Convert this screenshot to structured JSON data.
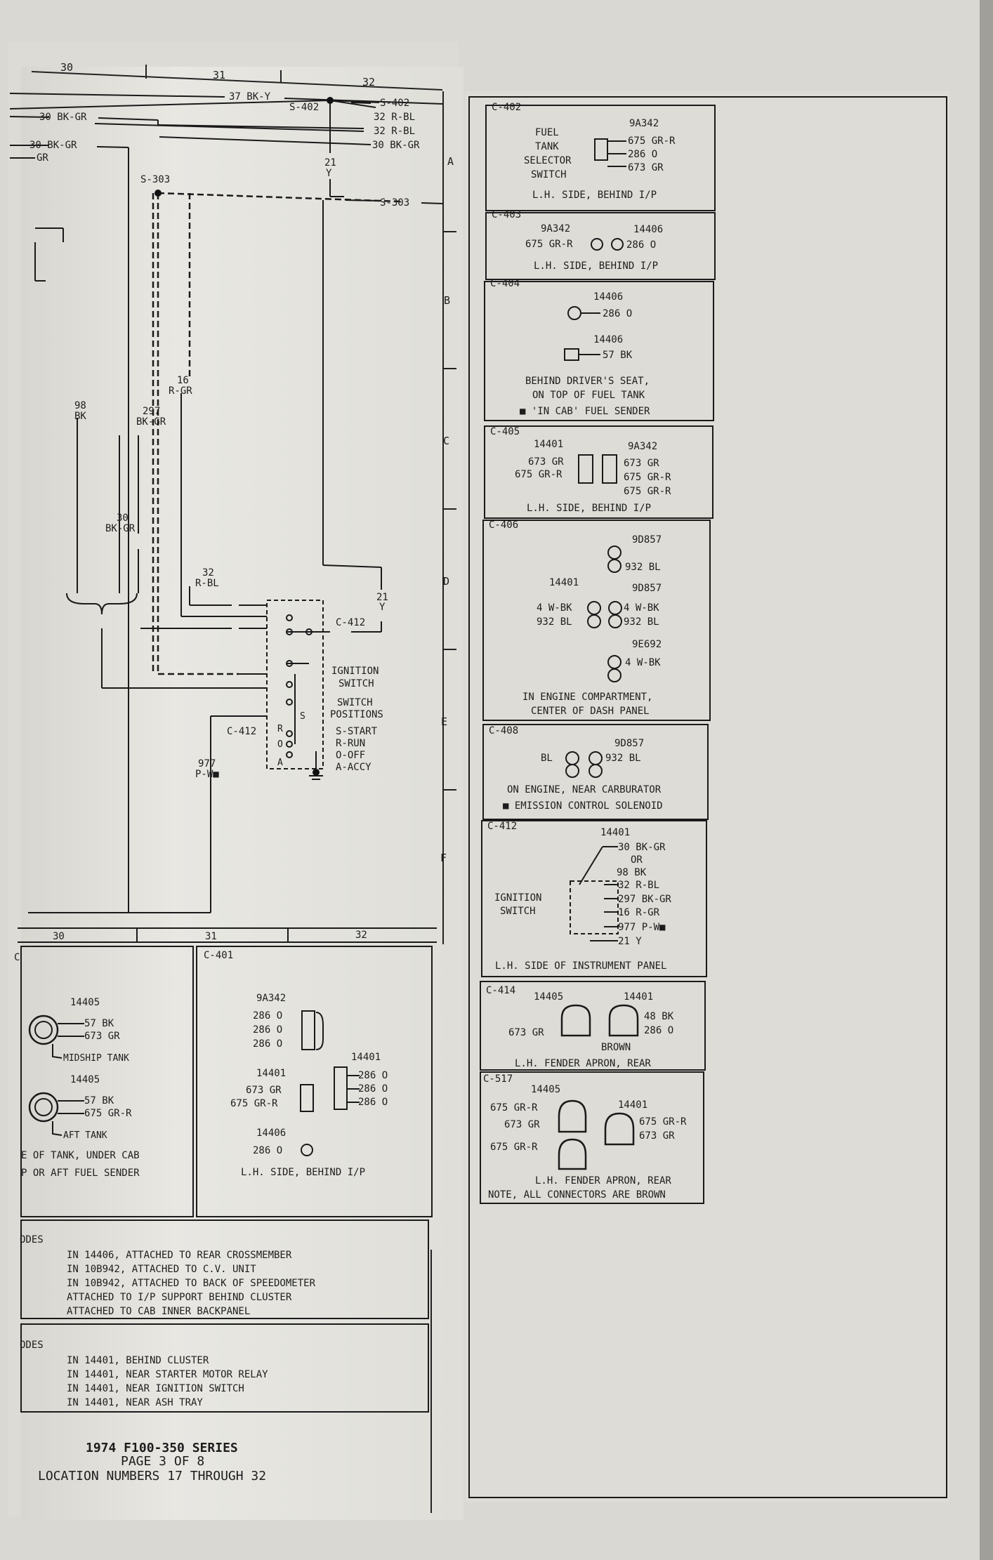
{
  "locations": [
    "30",
    "31",
    "32"
  ],
  "rows": [
    "A",
    "B",
    "C",
    "D",
    "E",
    "F"
  ],
  "wires": {
    "bky37": "37 BK-Y",
    "bkgr30a": "30 BK-GR",
    "bkgr30b": "30 BK-GR",
    "gr": "GR",
    "s402": "S-402",
    "s402r": "S-402",
    "rbl32a": "32 R-BL",
    "rbl32b": "32 R-BL",
    "bkgr30r": "30 BK-GR",
    "y21a": "21",
    "y21b": "Y",
    "s303": "S-303",
    "s303r": "S-303",
    "rgr16a": "16",
    "rgr16b": "R-GR",
    "bk98a": "98",
    "bk98b": "BK",
    "bkgr297a": "297",
    "bkgr297b": "BK-GR",
    "bkgr30la": "30",
    "bkgr30lb": "BK-GR",
    "rbl32la": "32",
    "rbl32lb": "R-BL",
    "y21la": "21",
    "y21lb": "Y",
    "c412": "C-412",
    "c412b": "C-412",
    "pw977a": "977",
    "pw977b": "P-W■"
  },
  "ignition_switch": {
    "title1": "IGNITION",
    "title2": "SWITCH",
    "pos1": "SWITCH",
    "pos2": "POSITIONS",
    "s": "S-START",
    "r": "R-RUN",
    "o": "O-OFF",
    "a": "A-ACCY",
    "ls": "S",
    "lr": "R",
    "lo": "O",
    "la": "A"
  },
  "connectors": {
    "c402": {
      "id": "C-402",
      "part": "9A342",
      "l1": "FUEL",
      "l2": "TANK",
      "l3": "SELECTOR",
      "l4": "SWITCH",
      "w1": "675 GR-R",
      "w2": "286 O",
      "w3": "673 GR",
      "loc": "L.H. SIDE, BEHIND I/P"
    },
    "c403": {
      "id": "C-403",
      "p1": "9A342",
      "p2": "14406",
      "w1": "675 GR-R",
      "w2": "286 O",
      "loc": "L.H. SIDE, BEHIND I/P"
    },
    "c404": {
      "id": "C-404",
      "p1": "14406",
      "w1": "286 O",
      "p2": "14406",
      "w2": "57 BK",
      "l1": "BEHIND DRIVER'S SEAT,",
      "l2": "ON TOP OF FUEL TANK",
      "l3": "■ 'IN CAB' FUEL SENDER"
    },
    "c405": {
      "id": "C-405",
      "p1": "14401",
      "p2": "9A342",
      "w1": "673 GR",
      "w2": "675 GR-R",
      "w3": "673 GR",
      "w4": "675 GR-R",
      "w5": "675 GR-R",
      "loc": "L.H. SIDE, BEHIND I/P"
    },
    "c406": {
      "id": "C-406",
      "p1": "9D857",
      "w1": "932 BL",
      "p2": "14401",
      "p3": "9D857",
      "w2": "4 W-BK",
      "w3": "4 W-BK",
      "w4": "932 BL",
      "w5": "932 BL",
      "p4": "9E692",
      "w6": "4 W-BK",
      "l1": "IN ENGINE COMPARTMENT,",
      "l2": "CENTER OF DASH PANEL"
    },
    "c408": {
      "id": "C-408",
      "p1": "9D857",
      "w1": "BL",
      "w2": "932 BL",
      "l1": "ON ENGINE, NEAR CARBURATOR",
      "l2": "■ EMISSION CONTROL SOLENOID"
    },
    "c412": {
      "id": "C-412",
      "p1": "14401",
      "l1": "IGNITION",
      "l2": "SWITCH",
      "w1": "30 BK-GR",
      "w2": "OR",
      "w3": "98 BK",
      "w4": "32 R-BL",
      "w5": "297 BK-GR",
      "w6": "16 R-GR",
      "w7": "977 P-W■",
      "w8": "21 Y",
      "loc": "L.H. SIDE OF INSTRUMENT PANEL"
    },
    "c414": {
      "id": "C-414",
      "p1": "14405",
      "p2": "14401",
      "w1": "673 GR",
      "w2": "48 BK",
      "w3": "286 O",
      "w4": "BROWN",
      "loc": "L.H. FENDER APRON, REAR"
    },
    "c517": {
      "id": "C-517",
      "p1": "14405",
      "p2": "14401",
      "w1": "675 GR-R",
      "w2": "673 GR",
      "w3": "675 GR-R",
      "w4": "675 GR-R",
      "w5": "673 GR",
      "l1": "L.H. FENDER APRON, REAR",
      "l2": "NOTE, ALL CONNECTORS ARE BROWN"
    },
    "c401": {
      "id": "C-401",
      "p1": "9A342",
      "w1": "286 O",
      "w2": "286 O",
      "w3": "286 O",
      "p2": "14401",
      "w4": "673 GR",
      "w5": "675 GR-R",
      "p3": "14406",
      "w6": "286 O",
      "p4": "14401",
      "w7": "286 O",
      "w8": "286 O",
      "w9": "286 O",
      "loc": "L.H. SIDE, BEHIND I/P"
    },
    "tank": {
      "id": "C",
      "p1": "14405",
      "w1": "57 BK",
      "w2": "673 GR",
      "t1": "MIDSHIP TANK",
      "p2": "14405",
      "w3": "57 BK",
      "w4": "675 GR-R",
      "t2": "AFT TANK",
      "l1": "E OF TANK, UNDER CAB",
      "l2": "P OR AFT FUEL SENDER"
    }
  },
  "notes1": {
    "head": "ODES",
    "lines": [
      "IN 14406, ATTACHED TO REAR CROSSMEMBER",
      "IN 10B942, ATTACHED TO C.V. UNIT",
      "IN 10B942, ATTACHED TO BACK OF SPEEDOMETER",
      "ATTACHED TO I/P SUPPORT BEHIND CLUSTER",
      "ATTACHED TO CAB INNER BACKPANEL"
    ]
  },
  "notes2": {
    "head": "ODES",
    "lines": [
      "IN 14401, BEHIND CLUSTER",
      "IN 14401, NEAR STARTER MOTOR RELAY",
      "IN 14401, NEAR IGNITION SWITCH",
      "IN 14401, NEAR ASH TRAY"
    ]
  },
  "footer": {
    "line1": "1974 F100-350 SERIES",
    "line2": "PAGE 3 OF 8",
    "line3": "LOCATION NUMBERS 17 THROUGH 32"
  }
}
